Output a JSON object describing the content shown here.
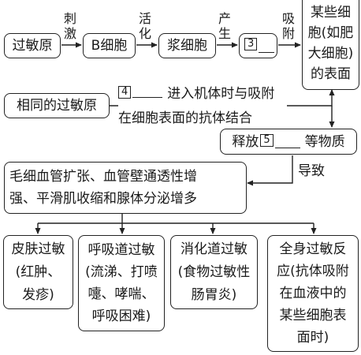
{
  "nodes": {
    "allergen": "过敏原",
    "b_cell": "B细胞",
    "plasma_cell": "浆细胞",
    "blank3": "3",
    "target_cell": [
      "某些细",
      "胞(如肥",
      "大细胞)",
      "的表面"
    ],
    "same_allergen": "相同的过敏原",
    "release_prefix": "释放",
    "blank5": "5",
    "release_suffix": "等物质",
    "effects": [
      "毛细血管扩张、血管壁通透性增",
      "强、平滑肌收缩和腺体分泌增多"
    ],
    "types": [
      {
        "lines": [
          "皮肤过敏",
          "(红肿、",
          "发疹)"
        ]
      },
      {
        "lines": [
          "呼吸道过敏",
          "(流涕、打喷",
          "嚏、哮喘、",
          "呼吸困难)"
        ]
      },
      {
        "lines": [
          "消化道过敏",
          "(食物过敏性",
          "肠胃炎)"
        ]
      },
      {
        "lines": [
          "全身过敏反",
          "应(抗体吸附",
          "在血液中的",
          "某些细胞表",
          "面时)"
        ]
      }
    ]
  },
  "edges": {
    "stimulate": [
      "刺",
      "激"
    ],
    "activate": [
      "活",
      "化"
    ],
    "produce": [
      "产",
      "生"
    ],
    "adsorb": [
      "吸",
      "附"
    ],
    "blank4": "4",
    "reenter": "进入机体时与吸附",
    "bind": "在细胞表面的抗体结合",
    "lead_to": "导致"
  }
}
